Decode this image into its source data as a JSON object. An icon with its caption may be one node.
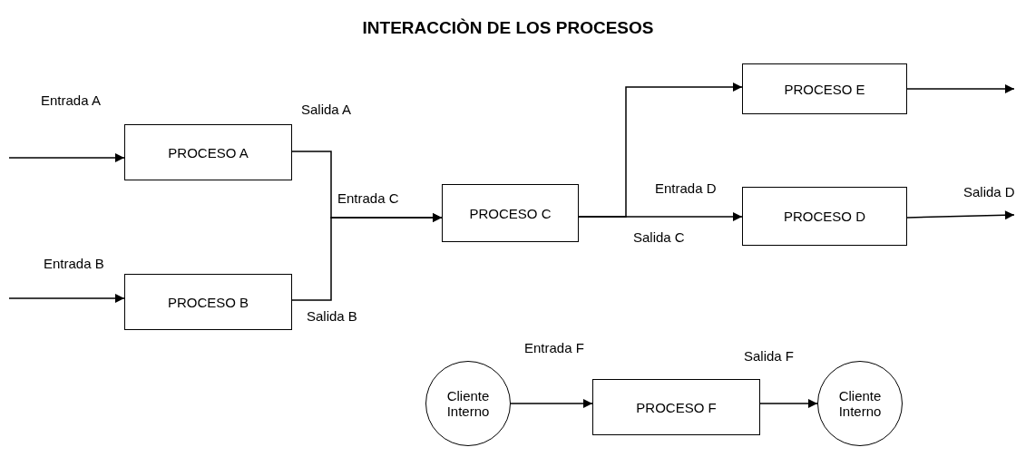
{
  "diagram": {
    "title": "INTERACCIÒN DE LOS PROCESOS",
    "nodes": [
      {
        "text": [
          "PROCESO A"
        ]
      },
      {
        "text": [
          "PROCESO B"
        ]
      },
      {
        "text": [
          "PROCESO C"
        ]
      },
      {
        "text": [
          "PROCESO E"
        ]
      },
      {
        "text": [
          "PROCESO D"
        ]
      },
      {
        "text": [
          "Cliente Interno"
        ]
      },
      {
        "text": [
          "PROCESO F"
        ]
      },
      {
        "text": [
          "Cliente Interno"
        ]
      }
    ],
    "edges": [
      {
        "from": null,
        "to": 0,
        "arrow": "to",
        "label": "Entrada A"
      },
      {
        "from": null,
        "to": 1,
        "arrow": "to",
        "label": "Entrada B"
      },
      {
        "from": 0,
        "to": 2,
        "arrow": "to",
        "label": "Salida A"
      },
      {
        "from": 1,
        "to": 2,
        "arrow": "to",
        "label": "Salida B"
      },
      {
        "from": 2,
        "to": 3,
        "arrow": "to"
      },
      {
        "from": 2,
        "to": 4,
        "arrow": "to",
        "label": "Entrada D"
      },
      {
        "from": 3,
        "to": null,
        "arrow": "to"
      },
      {
        "from": 4,
        "to": null,
        "arrow": "to",
        "label": "Salida D"
      },
      {
        "from": 5,
        "to": 6,
        "arrow": "to",
        "label": "Entrada F"
      },
      {
        "from": 6,
        "to": 7,
        "arrow": "to",
        "label": "Salida F"
      }
    ],
    "labels": [
      "Entrada C",
      "Salida C"
    ]
  }
}
